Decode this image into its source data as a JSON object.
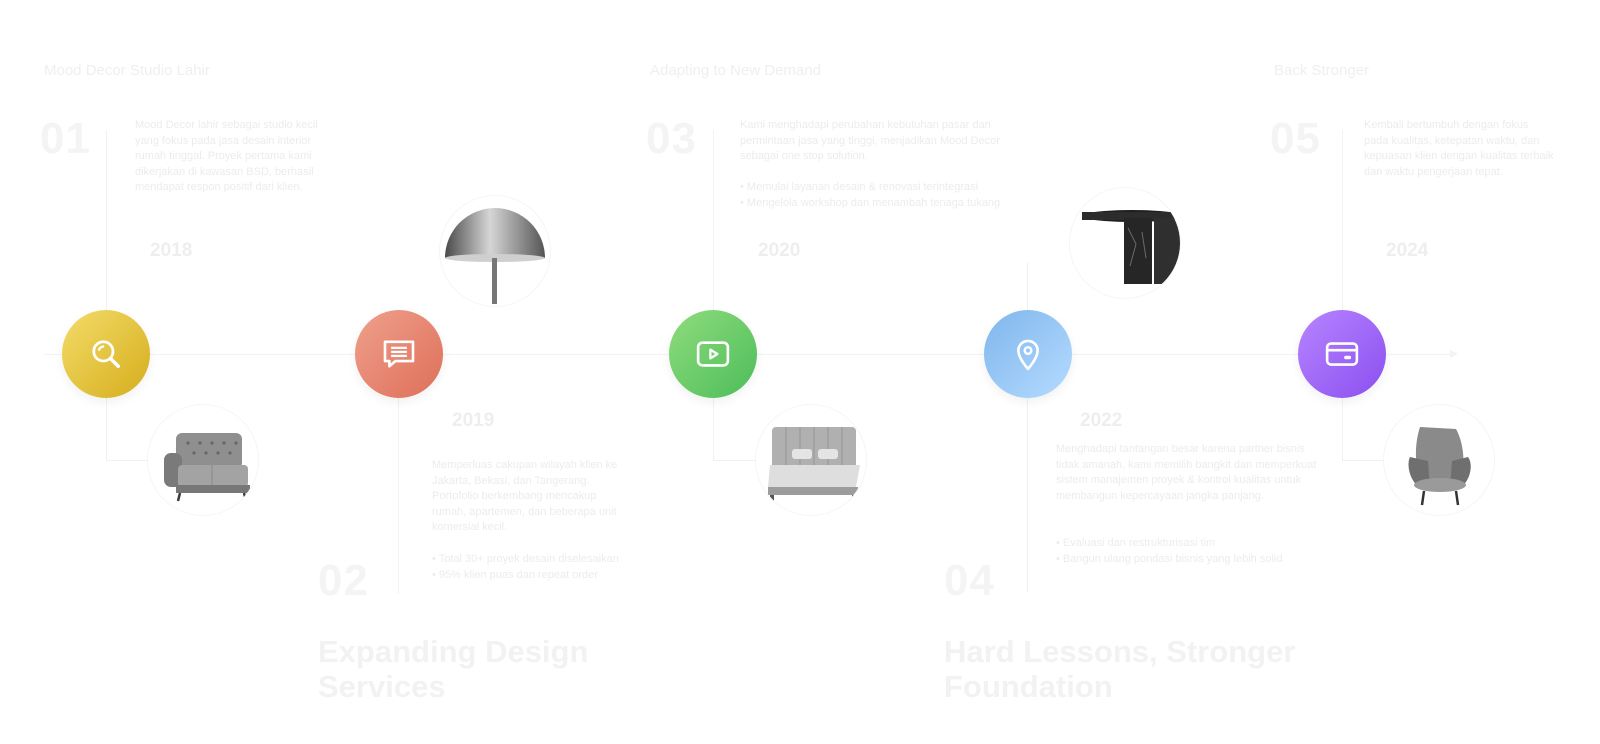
{
  "colors": {
    "milestone_1": "#dcb52a",
    "milestone_2": "#e47c66",
    "milestone_3": "#5fc762",
    "milestone_4": "#8ec4ef",
    "milestone_5": "#9b5ff0"
  },
  "milestones": [
    {
      "number": "01",
      "title": "Mood Decor Studio Lahir",
      "year": "2018",
      "description": "Mood Decor lahir sebagai studio kecil yang fokus pada jasa desain interior rumah tinggal. Proyek pertama kami dikerjakan di kawasan BSD, berhasil mendapat respon positif dari klien.",
      "icon": "search-icon",
      "photo": "sofa-photo"
    },
    {
      "number": "02",
      "title": "Expanding Design Services",
      "headline": "Expanding Design Services",
      "year": "2019",
      "description": "Memperluas cakupan wilayah klien ke Jakarta, Bekasi, dan Tangerang. Portofolio berkembang mencakup rumah, apartemen, dan beberapa unit komersial kecil.",
      "bullets": [
        "Total 30+ proyek desain diselesaikan",
        "95% klien puas dan repeat order"
      ],
      "icon": "chat-icon",
      "photo": "lamp-photo"
    },
    {
      "number": "03",
      "title": "Adapting to New Demand",
      "year": "2020",
      "description": "Kami menghadapi perubahan kebutuhan pasar dan permintaan jasa yang tinggi, menjadikan Mood Decor sebagai one stop solution.",
      "bullets": [
        "Memulai layanan desain & renovasi terintegrasi",
        "Mengelola workshop dan menambah tenaga tukang"
      ],
      "icon": "play-icon",
      "photo": "bed-photo"
    },
    {
      "number": "04",
      "title": "Hard Lessons, Stronger Foundation",
      "headline": "Hard Lessons, Stronger Foundation",
      "year": "2022",
      "description": "Menghadapi tantangan besar karena partner bisnis tidak amanah, kami memilih bangkit dan memperkuat sistem manajemen proyek & kontrol kualitas untuk membangun kepercayaan jangka panjang.",
      "bullets": [
        "Evaluasi dan restrukturisasi tim",
        "Bangun ulang pondasi bisnis yang lebih solid"
      ],
      "icon": "location-pin-icon",
      "photo": "table-photo"
    },
    {
      "number": "05",
      "title": "Back Stronger",
      "year": "2024",
      "description": "Kembali bertumbuh dengan fokus pada kualitas, ketepatan waktu, dan kepuasan klien dengan kualitas terbaik dan waktu pengerjaan tepat.",
      "icon": "credit-card-icon",
      "photo": "armchair-photo"
    }
  ]
}
